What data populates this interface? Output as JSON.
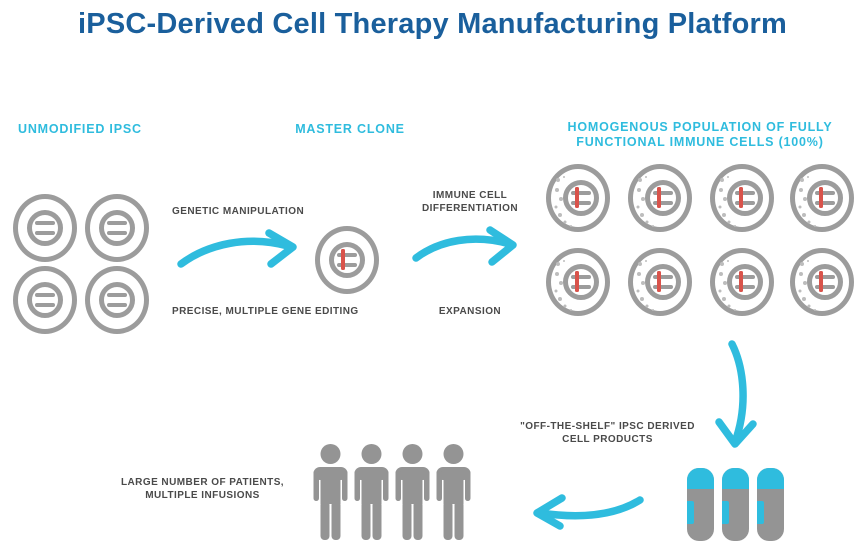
{
  "title": "iPSC-Derived Cell Therapy Manufacturing Platform",
  "colors": {
    "title_blue": "#1A5F9C",
    "cyan_accent": "#2FBCDE",
    "cell_gray": "#9C9C9C",
    "silhouette_gray": "#949494",
    "label_gray": "#4A4A4A",
    "gene_edit_red": "#D9534B"
  },
  "stages": {
    "unmodified": {
      "label": "UNMODIFIED IPSC",
      "cell_count": 4
    },
    "master_clone": {
      "label": "MASTER CLONE",
      "cell_count": 1
    },
    "homogenous": {
      "label_line1": "HOMOGENOUS POPULATION OF FULLY",
      "label_line2": "FUNCTIONAL IMMUNE CELLS (100%)",
      "cell_count": 8
    },
    "products": {
      "label_line1": "\"OFF-THE-SHELF\" IPSC DERIVED",
      "label_line2": "CELL PRODUCTS",
      "vial_count": 3
    },
    "patients": {
      "label_line1": "LARGE NUMBER OF PATIENTS,",
      "label_line2": "MULTIPLE INFUSIONS",
      "person_count": 4
    }
  },
  "process_steps": {
    "genetic_manipulation": {
      "top_label": "GENETIC MANIPULATION",
      "bottom_label": "PRECISE, MULTIPLE GENE EDITING"
    },
    "differentiation": {
      "top_label_line1": "IMMUNE CELL",
      "top_label_line2": "DIFFERENTIATION",
      "bottom_label": "EXPANSION"
    }
  }
}
